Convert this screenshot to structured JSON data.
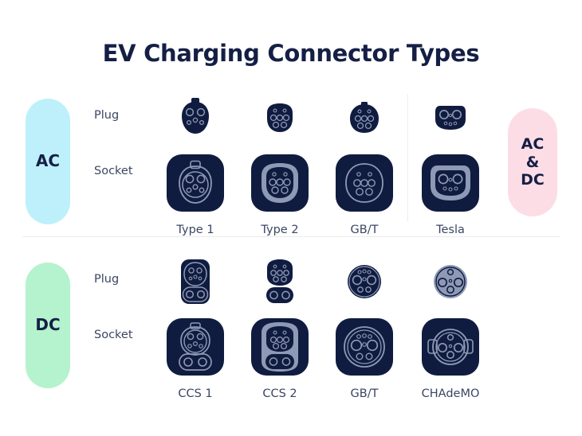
{
  "page": {
    "title": "EV Charging Connector Types",
    "background_color": "#ffffff",
    "ink_color": "#151f45",
    "tile_color": "#101c3f",
    "connector_outline_color": "#8e99b5"
  },
  "row_labels": {
    "plug": "Plug",
    "socket": "Socket"
  },
  "badges": {
    "ac": {
      "label": "AC",
      "color": "#bdf0fb"
    },
    "dc": {
      "label": "DC",
      "color": "#b4f3cd"
    },
    "acdc": {
      "line1": "AC",
      "line2": "&",
      "line3": "DC",
      "color": "#fcdde6"
    }
  },
  "rows": [
    {
      "id": "ac-row",
      "badge": "AC",
      "connectors": [
        {
          "id": "type-1",
          "label": "Type 1",
          "icon": "type1-connector-icon"
        },
        {
          "id": "type-2",
          "label": "Type 2",
          "icon": "type2-connector-icon"
        },
        {
          "id": "gbt-ac",
          "label": "GB/T",
          "icon": "gbt-ac-connector-icon"
        },
        {
          "id": "tesla",
          "label": "Tesla",
          "icon": "tesla-connector-icon"
        }
      ]
    },
    {
      "id": "dc-row",
      "badge": "DC",
      "connectors": [
        {
          "id": "ccs-1",
          "label": "CCS 1",
          "icon": "ccs1-connector-icon"
        },
        {
          "id": "ccs-2",
          "label": "CCS 2",
          "icon": "ccs2-connector-icon"
        },
        {
          "id": "gbt-dc",
          "label": "GB/T",
          "icon": "gbt-dc-connector-icon"
        },
        {
          "id": "chademo",
          "label": "CHAdeMO",
          "icon": "chademo-connector-icon"
        }
      ]
    }
  ]
}
